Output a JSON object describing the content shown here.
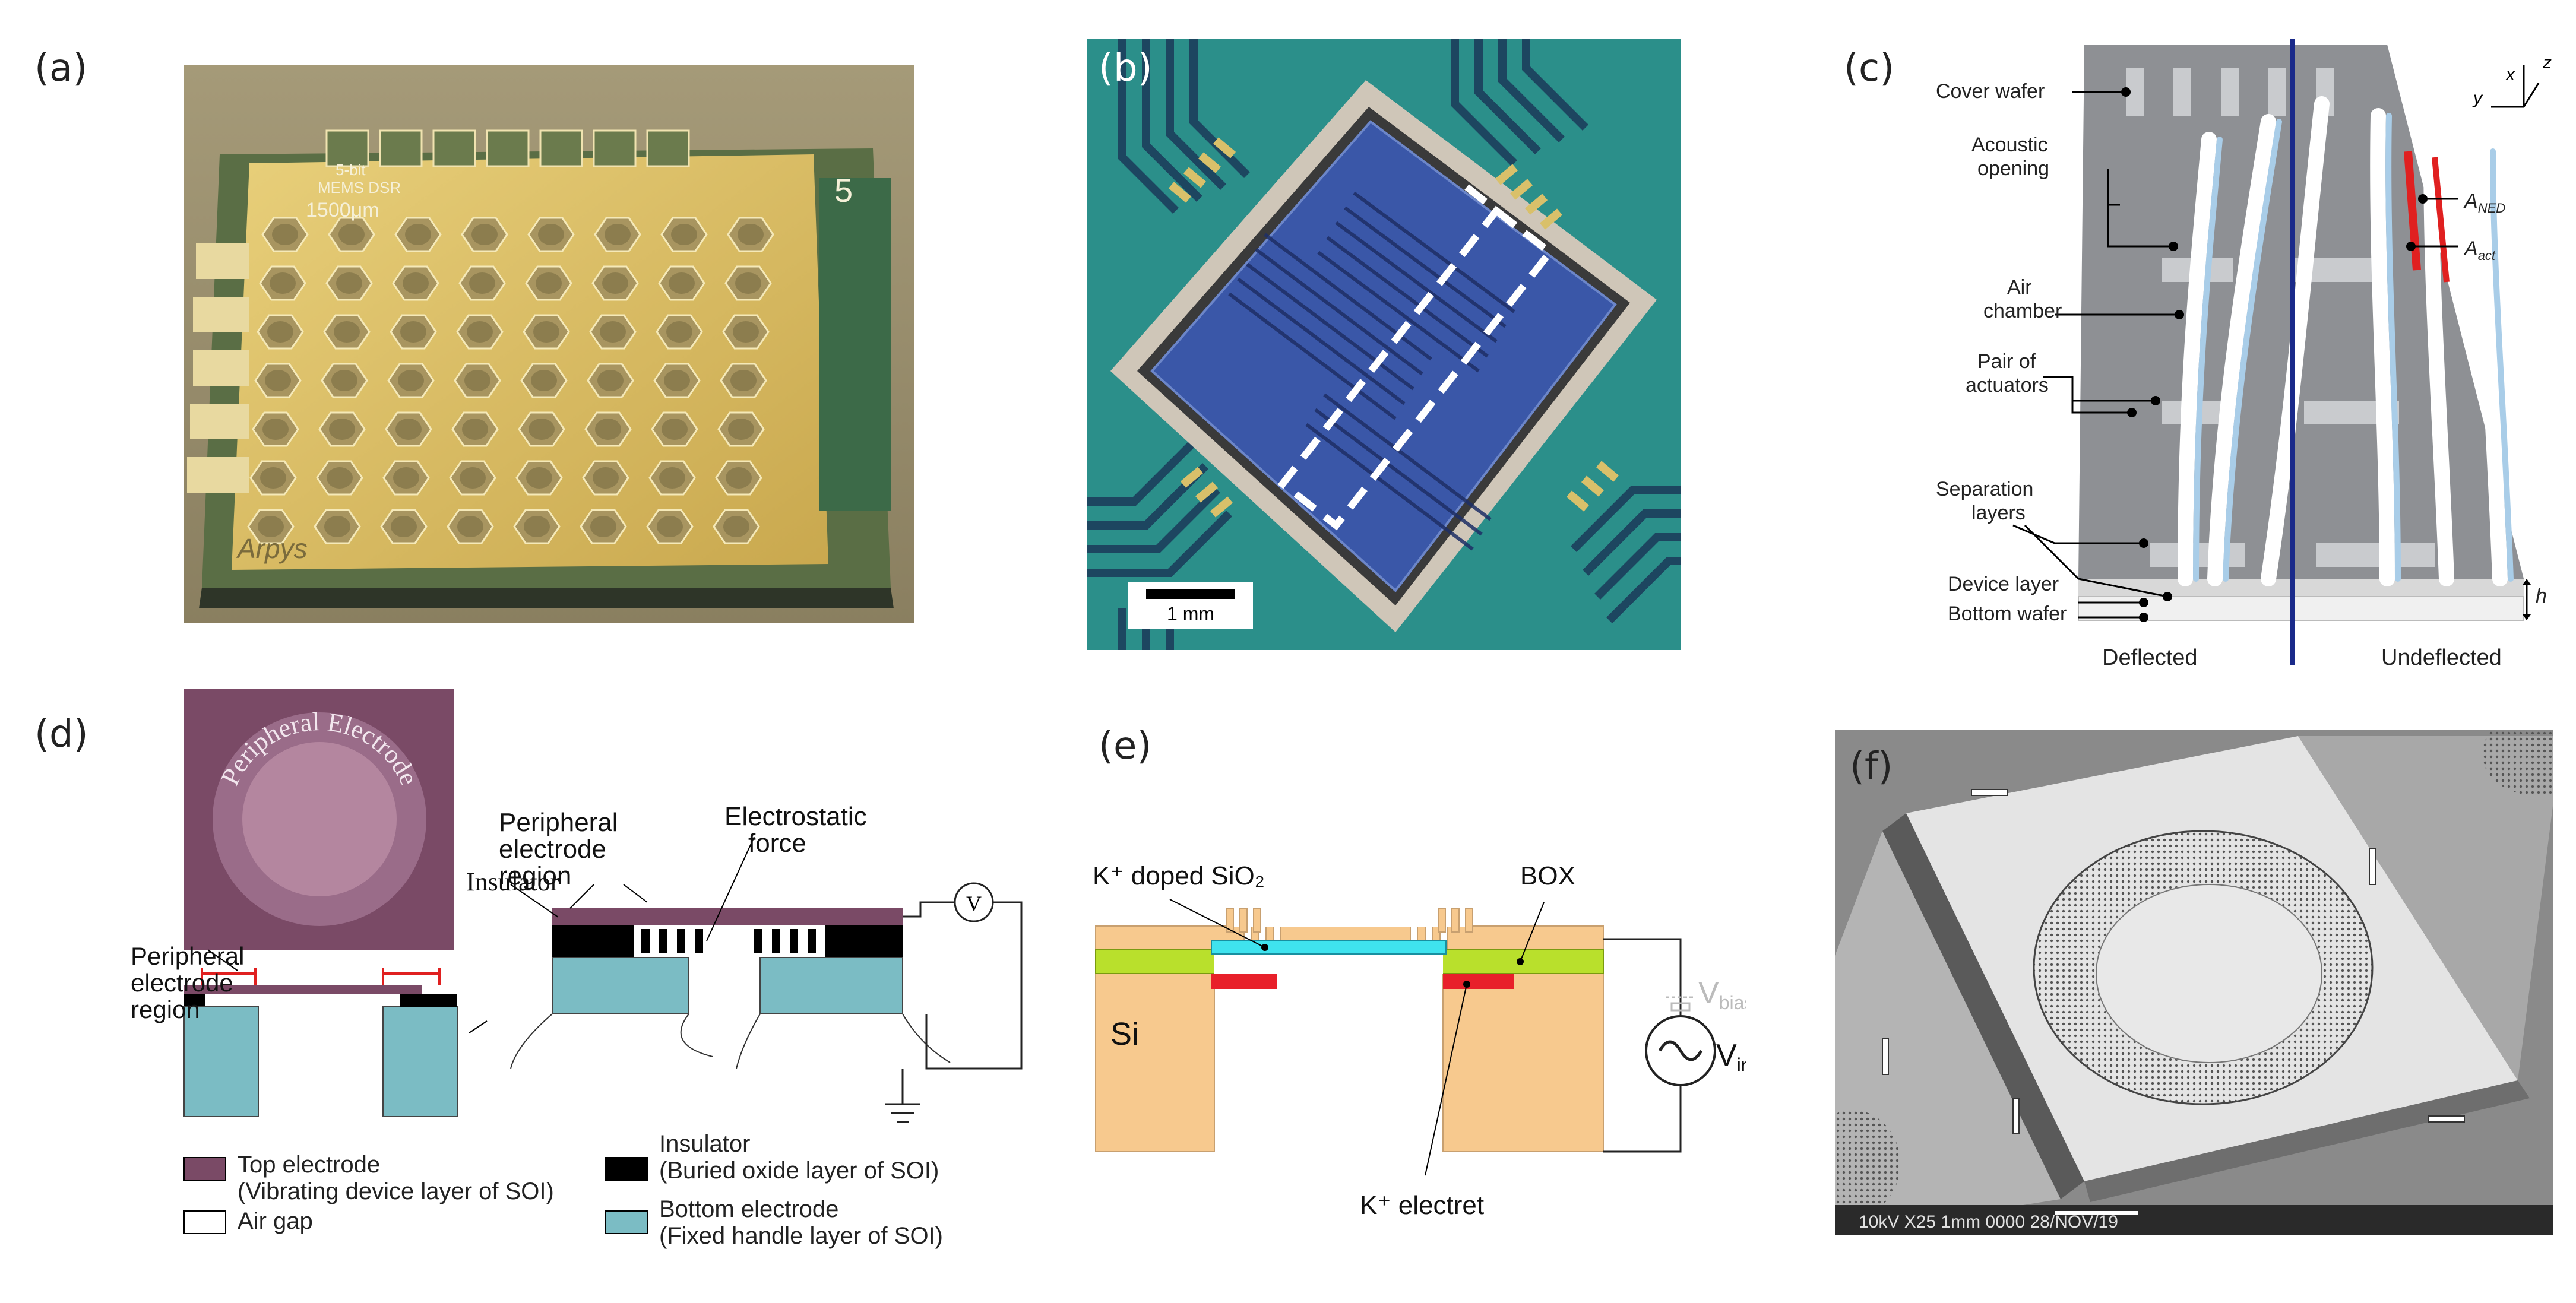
{
  "panels": {
    "a": {
      "label": "(a)",
      "chip_text_1": "5-bit",
      "chip_text_2": "MEMS DSR",
      "chip_text_3": "1500μm",
      "chip_corner": "5",
      "signature": "Arpys"
    },
    "b": {
      "label": "(b)",
      "scale_label": "1 mm"
    },
    "c": {
      "label": "(c)",
      "cover_wafer": "Cover wafer",
      "acoustic_opening_1": "Acoustic",
      "acoustic_opening_2": "opening",
      "air_chamber_1": "Air",
      "air_chamber_2": "chamber",
      "pair_actuators_1": "Pair of",
      "pair_actuators_2": "actuators",
      "separation_1": "Separation",
      "separation_2": "layers",
      "device_layer": "Device layer",
      "bottom_wafer": "Bottom wafer",
      "deflected": "Deflected",
      "undeflected": "Undeflected",
      "a_ned": "A",
      "a_ned_sub": "NED",
      "a_act": "A",
      "a_act_sub": "act",
      "axis_x": "x",
      "axis_y": "y",
      "axis_z": "z",
      "h_label": "h"
    },
    "d": {
      "label": "(d)",
      "peripheral_electrode_arc": "Peripheral Electrode",
      "peripheral_region_left_1": "Peripheral",
      "peripheral_region_left_2": "electrode",
      "peripheral_region_left_3": "region",
      "peripheral_region_top_1": "Peripheral",
      "peripheral_region_top_2": "electrode",
      "peripheral_region_top_3": "region",
      "insulator": "Insulator",
      "electrostatic_1": "Electrostatic",
      "electrostatic_2": "force",
      "voltmeter": "V",
      "legend": [
        {
          "line1": "Top electrode",
          "line2": "(Vibrating device layer of SOI)",
          "color": "#7a4a66"
        },
        {
          "line1": "Air gap",
          "line2": "",
          "color": "#ffffff"
        },
        {
          "line1": "Insulator",
          "line2": "(Buried oxide layer of SOI)",
          "color": "#000000"
        },
        {
          "line1": "Bottom electrode",
          "line2": "(Fixed handle layer of SOI)",
          "color": "#7bbcc4"
        }
      ]
    },
    "e": {
      "label": "(e)",
      "k_doped": "K⁺ doped SiO₂",
      "box": "BOX",
      "si": "Si",
      "v_bias": "V",
      "v_bias_sub": "bias",
      "v_in": "V",
      "v_in_sub": "in",
      "k_electret": "K⁺ electret"
    },
    "f": {
      "label": "(f)",
      "sem_text": "10kV   X25   1mm   0000   28/NOV/19"
    }
  },
  "colors": {
    "si": "#f7c98e",
    "box": "#b9e02c",
    "doped": "#3fe3ee",
    "electret": "#e8202a",
    "purple": "#7a4a66",
    "teal": "#7bbcc4",
    "pcb_teal": "#2b8f8a",
    "chip_blue": "#3a57a8",
    "gold": "#d9c06a"
  }
}
